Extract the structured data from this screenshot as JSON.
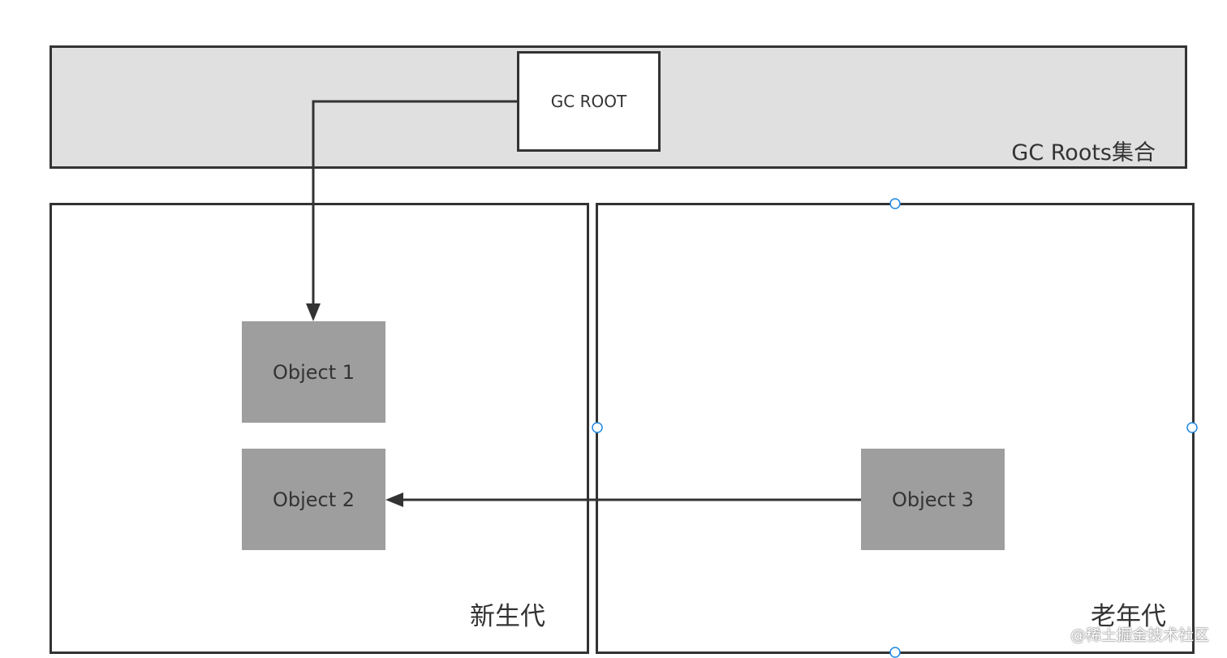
{
  "diagram": {
    "gc_roots_set": {
      "label": "GC Roots集合"
    },
    "gc_root": {
      "label": "GC ROOT"
    },
    "young_generation": {
      "label": "新生代"
    },
    "old_generation": {
      "label": "老年代"
    },
    "objects": [
      {
        "label": "Object 1"
      },
      {
        "label": "Object 2"
      },
      {
        "label": "Object 3"
      }
    ],
    "edges": [
      {
        "from": "GC ROOT",
        "to": "Object 1"
      },
      {
        "from": "Object 3",
        "to": "Object 2"
      }
    ]
  },
  "watermark": {
    "text": "@稀土掘金技术社区"
  },
  "colors": {
    "stroke": "#333333",
    "roots_band_fill": "#e0e0e0",
    "object_fill": "#9e9e9e",
    "selection_handle": "#1e88e5"
  }
}
